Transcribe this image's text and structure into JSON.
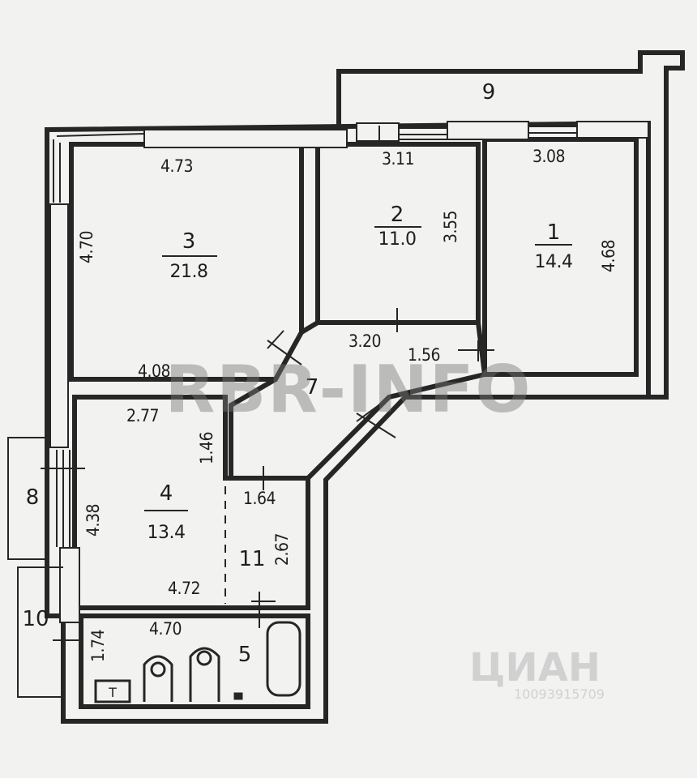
{
  "rooms": [
    {
      "num": "1",
      "area": "14.4"
    },
    {
      "num": "2",
      "area": "11.0"
    },
    {
      "num": "3",
      "area": "21.8"
    },
    {
      "num": "4",
      "area": "13.4"
    },
    {
      "num": "5"
    },
    {
      "num": "7"
    },
    {
      "num": "8"
    },
    {
      "num": "9"
    },
    {
      "num": "10"
    },
    {
      "num": "11"
    }
  ],
  "dimensions": {
    "room3_width": "4.73",
    "room3_height": "4.70",
    "room3_bottom": "4.08",
    "room2_width": "3.11",
    "room2_height": "3.55",
    "room1_width": "3.08",
    "room1_height": "4.68",
    "hall_width": "3.20",
    "hall_small": "1.56",
    "room4_top": "2.77",
    "room4_step": "1.46",
    "room4_height": "4.38",
    "room4_bottom": "4.72",
    "room11_width": "1.64",
    "room11_height": "2.67",
    "bath_width": "4.70",
    "bath_height": "1.74"
  },
  "fixtures": {
    "boiler_label": "T"
  },
  "watermark": {
    "main": "RBR-INFO",
    "cian": "ЦИАН",
    "small": "10093915709"
  }
}
